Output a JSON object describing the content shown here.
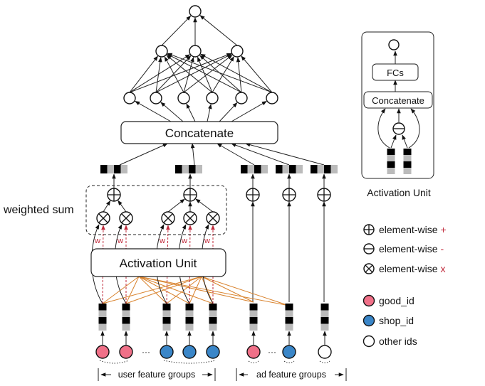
{
  "main": {
    "concatenate_label": "Concatenate",
    "activation_unit_label": "Activation Unit",
    "weighted_sum_label": "weighted sum",
    "weight_label": "w",
    "ellipsis": "···",
    "user_groups_label": "user feature groups",
    "ad_groups_label": "ad feature groups"
  },
  "activation_panel": {
    "fcs_label": "FCs",
    "concatenate_label": "Concatenate",
    "caption": "Activation Unit"
  },
  "legend": {
    "items": [
      {
        "icon": "circle-plus-icon",
        "label": "element-wise",
        "symbol": "+"
      },
      {
        "icon": "circle-minus-icon",
        "label": "element-wise",
        "symbol": "-"
      },
      {
        "icon": "circle-times-icon",
        "label": "element-wise",
        "symbol": "x"
      },
      {
        "icon": "pink-circle-icon",
        "label": "good_id"
      },
      {
        "icon": "blue-circle-icon",
        "label": "shop_id"
      },
      {
        "icon": "white-circle-icon",
        "label": "other ids"
      }
    ]
  },
  "colors": {
    "good_id": "#f07088",
    "shop_id": "#3a86c8",
    "weight": "#c0293a",
    "attention_link": "#d9832e",
    "embedding_dark": "#000000",
    "embedding_light": "#bbbbbb"
  }
}
